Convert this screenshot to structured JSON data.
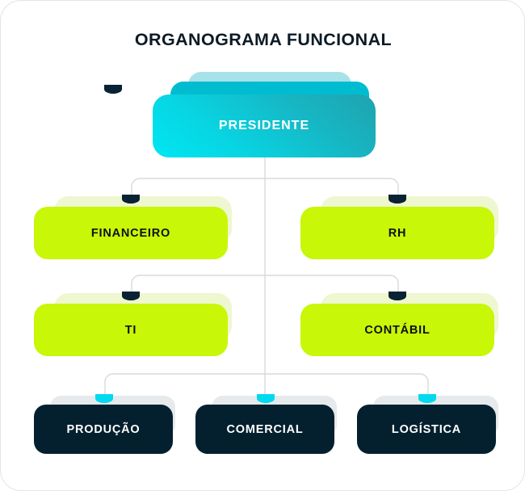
{
  "page": {
    "title": "ORGANOGRAMA FUNCIONAL",
    "background_color": "#ffffff",
    "border_color": "#e2e4e6"
  },
  "colors": {
    "title_text": "#0d1b26",
    "president_gradient_from": "#00e7f2",
    "president_gradient_to": "#1fa3ae",
    "president_back_layer": "#a7e2e9",
    "president_mid_layer": "#00bcd1",
    "green_card": "#c8f707",
    "green_shadow": "#eef7cf",
    "dark_card": "#04202e",
    "dark_shadow": "#e6eaec",
    "connector_line": "#d7dadc",
    "dot_dark": "#0a2233",
    "dot_cyan": "#00d9f0"
  },
  "chart_data": {
    "type": "diagram",
    "diagram_type": "organizational-chart",
    "title": "ORGANOGRAMA FUNCIONAL",
    "levels": [
      {
        "level": 1,
        "style": "teal-gradient-stacked",
        "nodes": [
          {
            "id": "presidente",
            "label": "PRESIDENTE",
            "connector_dot": "dark"
          }
        ]
      },
      {
        "level": 2,
        "style": "lime-green",
        "nodes": [
          {
            "id": "financeiro",
            "label": "FINANCEIRO",
            "connector_dot": "dark"
          },
          {
            "id": "rh",
            "label": "RH",
            "connector_dot": "dark"
          }
        ]
      },
      {
        "level": 3,
        "style": "lime-green",
        "nodes": [
          {
            "id": "ti",
            "label": "TI",
            "connector_dot": "dark"
          },
          {
            "id": "contabil",
            "label": "CONTÁBIL",
            "connector_dot": "dark"
          }
        ]
      },
      {
        "level": 4,
        "style": "dark-navy",
        "nodes": [
          {
            "id": "producao",
            "label": "PRODUÇÃO",
            "connector_dot": "cyan"
          },
          {
            "id": "comercial",
            "label": "COMERCIAL",
            "connector_dot": "cyan"
          },
          {
            "id": "logistica",
            "label": "LOGÍSTICA",
            "connector_dot": "cyan"
          }
        ]
      }
    ],
    "edges": [
      {
        "from": "presidente",
        "to": "financeiro"
      },
      {
        "from": "presidente",
        "to": "rh"
      },
      {
        "from": "presidente",
        "to": "ti"
      },
      {
        "from": "presidente",
        "to": "contabil"
      },
      {
        "from": "presidente",
        "to": "producao"
      },
      {
        "from": "presidente",
        "to": "comercial"
      },
      {
        "from": "presidente",
        "to": "logistica"
      }
    ]
  },
  "nodes": {
    "presidente": {
      "label": "PRESIDENTE"
    },
    "financeiro": {
      "label": "FINANCEIRO"
    },
    "rh": {
      "label": "RH"
    },
    "ti": {
      "label": "TI"
    },
    "contabil": {
      "label": "CONTÁBIL"
    },
    "producao": {
      "label": "PRODUÇÃO"
    },
    "comercial": {
      "label": "COMERCIAL"
    },
    "logistica": {
      "label": "LOGÍSTICA"
    }
  }
}
